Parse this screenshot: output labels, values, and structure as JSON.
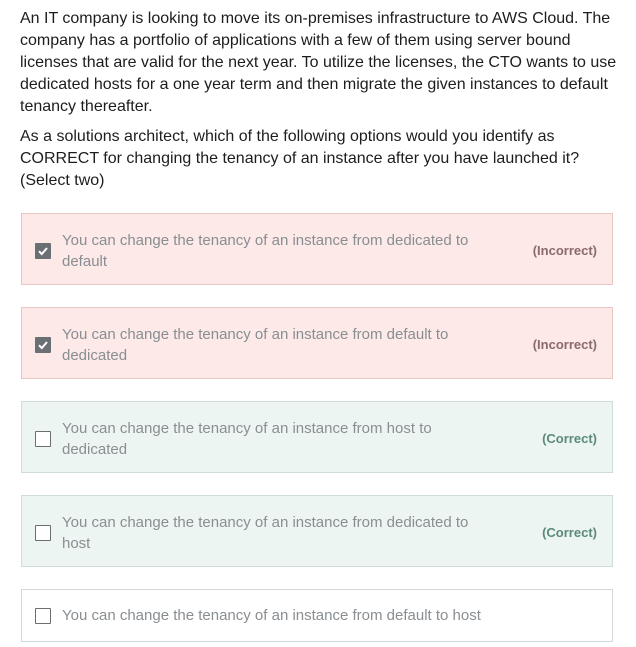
{
  "question": {
    "paragraph1": "An IT company is looking to move its on-premises infrastructure to AWS Cloud. The company has a portfolio of applications with a few of them using server bound licenses that are valid for the next year. To utilize the licenses, the CTO wants to use dedicated hosts for a one year term and then migrate the given instances to default tenancy thereafter.",
    "paragraph2": "As a solutions architect, which of the following options would you identify as CORRECT for changing the tenancy of an instance after you have launched it? (Select two)"
  },
  "options": [
    {
      "text": "You can change the tenancy of an instance from dedicated to default",
      "checked": true,
      "verdict": "(Incorrect)"
    },
    {
      "text": "You can change the tenancy of an instance from default to dedicated",
      "checked": true,
      "verdict": "(Incorrect)"
    },
    {
      "text": "You can change the tenancy of an instance from host to dedicated",
      "checked": false,
      "verdict": "(Correct)"
    },
    {
      "text": "You can change the tenancy of an instance from dedicated to host",
      "checked": false,
      "verdict": "(Correct)"
    },
    {
      "text": "You can change the tenancy of an instance from default to host",
      "checked": false,
      "verdict": ""
    }
  ],
  "icons": {
    "checkbox_checked": "checkmark-icon"
  },
  "colors": {
    "incorrect_bg": "#fce9e8",
    "correct_bg": "#edf5f2",
    "incorrect_text": "#8a6b69",
    "correct_text": "#5b8a7a"
  }
}
